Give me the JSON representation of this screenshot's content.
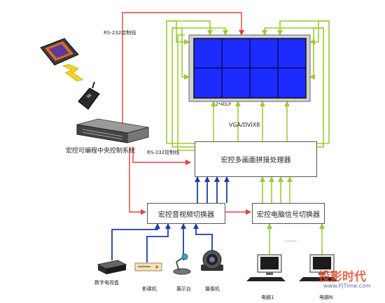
{
  "labels": {
    "rs232_top": "RS-232控制线",
    "rs232_mid": "RS-232控制线",
    "central_control": "宏控可编程中央控制系统",
    "wall_label": "2*4DLP",
    "vga_label": "VGA/DVIX8",
    "processor": "宏控多画面拼接处理器",
    "av_switcher": "宏控音视频切换器",
    "pc_switcher": "宏控电脑信号切换器",
    "digital_tv": "数字电视盒",
    "recorder": "影碟机",
    "visualizer": "展示台",
    "camera": "摄像机",
    "pc1": "电脑1",
    "pcn": "电脑N",
    "dots": "......"
  },
  "watermark": {
    "brand": "投影时代",
    "url": "www.PjTime.com"
  },
  "colors": {
    "control_line": "#e04040",
    "video_line": "#1a3ca8",
    "vga_line": "#99cc33",
    "screen": "#1c2cff"
  }
}
